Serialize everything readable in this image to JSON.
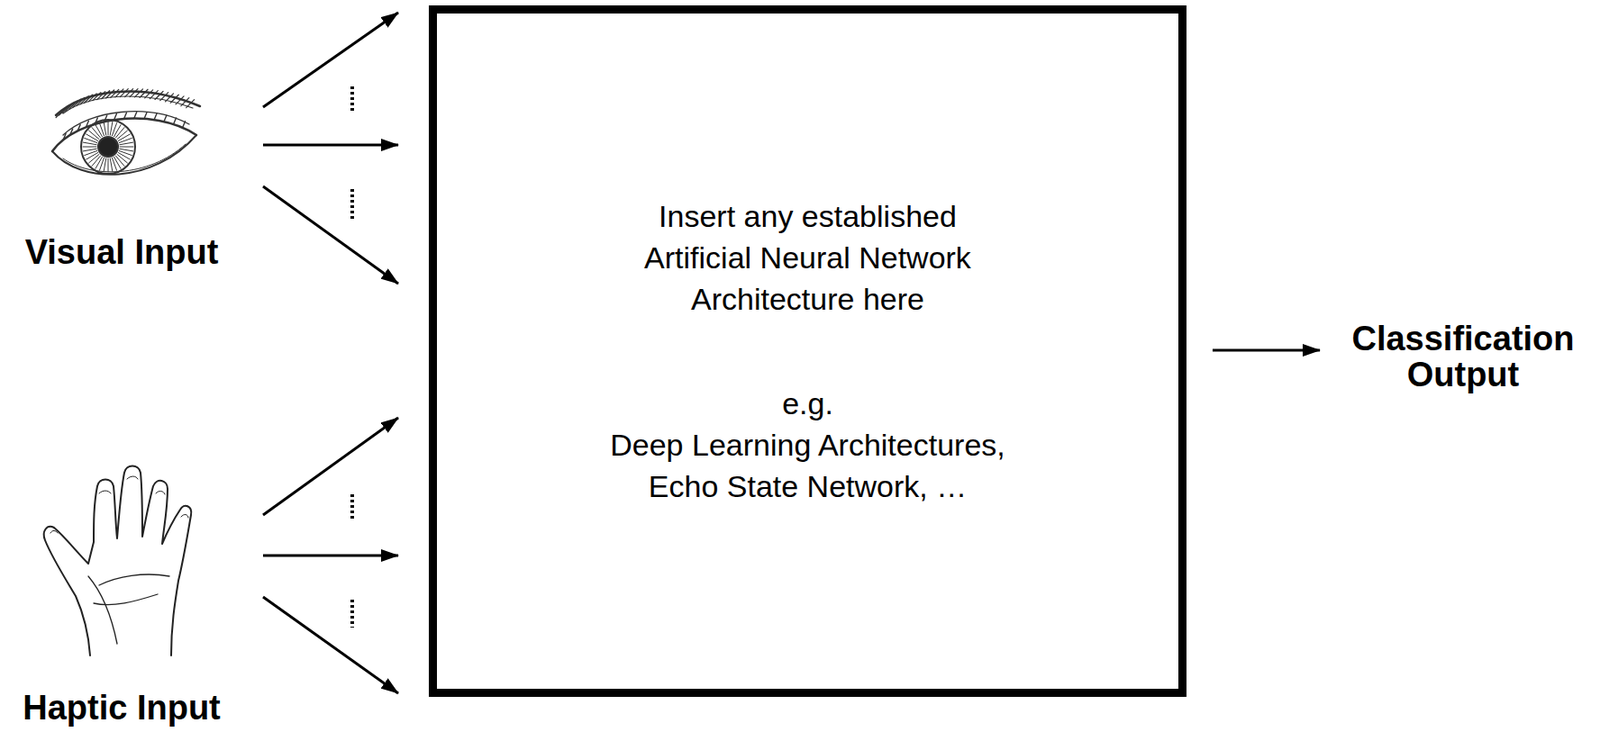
{
  "diagram": {
    "nodes": [
      {
        "text": [
          "Visual Input"
        ]
      },
      {
        "text": [
          "Insert any established Artificial Neural Network Architecture here",
          "e.g. Deep Learning Architectures, Echo State Network, …"
        ]
      },
      {
        "text": [
          "Classification Output"
        ]
      },
      {
        "text": [
          "Haptic Input"
        ]
      }
    ],
    "edges": [
      {
        "from": 0,
        "to": 1,
        "arrow": "to"
      },
      {
        "from": 0,
        "to": 1,
        "arrow": "to"
      },
      {
        "from": 0,
        "to": 1,
        "arrow": "to"
      },
      {
        "from": 1,
        "to": 2,
        "arrow": "to"
      },
      {
        "from": 3,
        "to": 1,
        "arrow": "to"
      },
      {
        "from": 3,
        "to": 1,
        "arrow": "to"
      },
      {
        "from": 3,
        "to": 1,
        "arrow": "to"
      }
    ]
  }
}
